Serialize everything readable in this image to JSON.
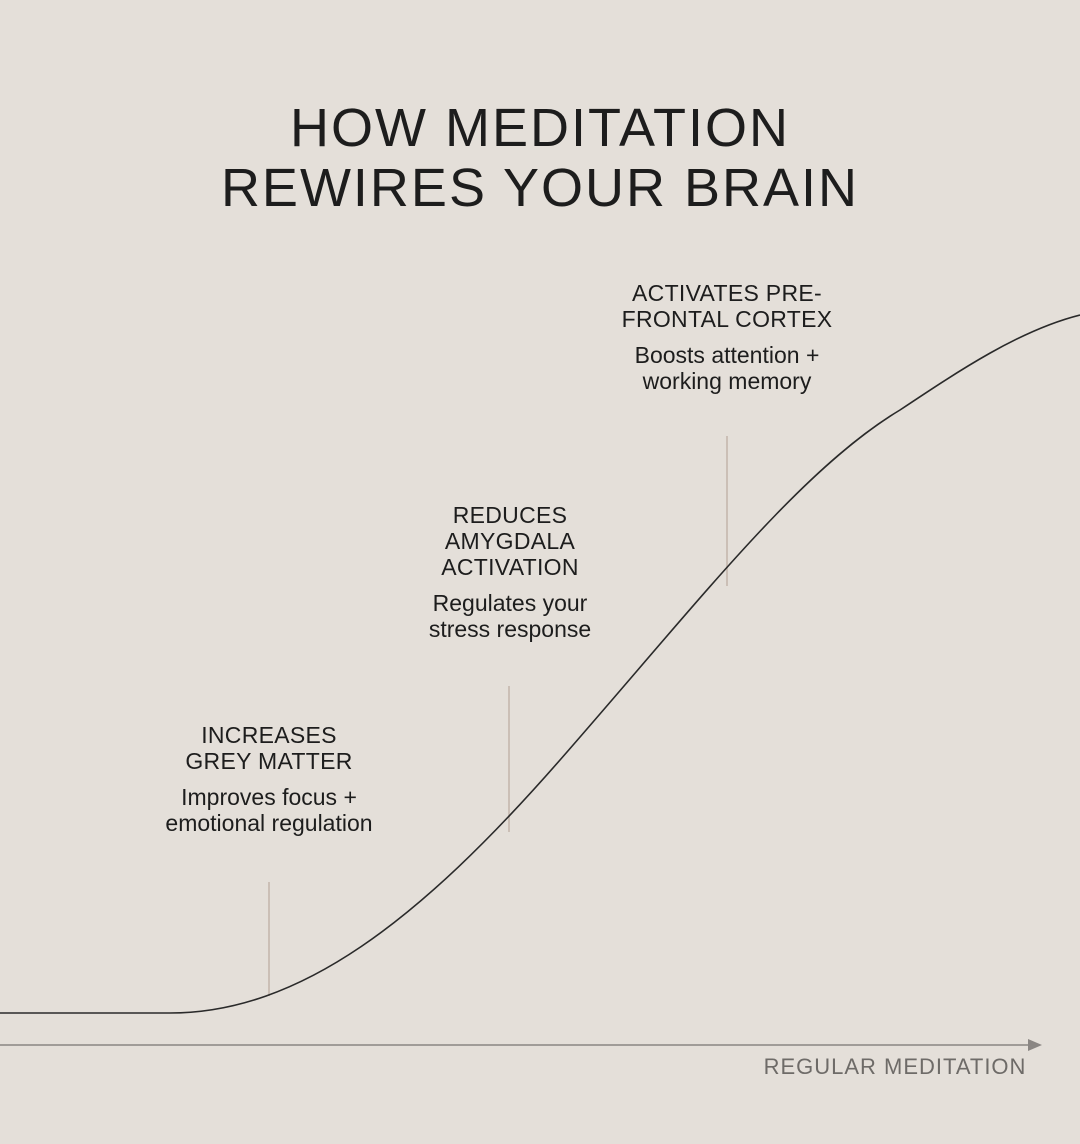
{
  "title": {
    "line1": "HOW MEDITATION",
    "line2": "REWIRES YOUR BRAIN"
  },
  "milestones": [
    {
      "heading": "INCREASES\nGREY MATTER",
      "description": "Improves focus +\nemotional regulation"
    },
    {
      "heading": "REDUCES\nAMYGDALA\nACTIVATION",
      "description": "Regulates your\nstress response"
    },
    {
      "heading": "ACTIVATES PRE-\nFRONTAL CORTEX",
      "description": "Boosts attention +\nworking memory"
    }
  ],
  "x_axis": {
    "label": "REGULAR MEDITATION"
  },
  "colors": {
    "background": "#e4dfd9",
    "curve": "#2a2a2a",
    "axis": "#8a8683",
    "marker": "#cbbfb6",
    "text": "#1d1d1d",
    "axis_text": "#6e6b68"
  }
}
